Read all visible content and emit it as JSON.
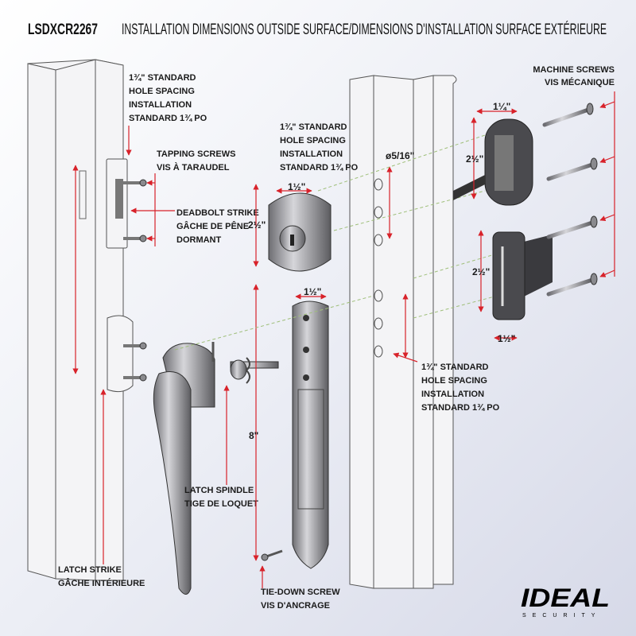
{
  "header": {
    "model": "LSDXCR2267",
    "title": "INSTALLATION DIMENSIONS OUTSIDE SURFACE/DIMENSIONS D'INSTALLATION SURFACE EXTÉRIEURE"
  },
  "labels": {
    "hole_spacing_left": [
      "1¾\" STANDARD",
      "HOLE SPACING",
      "INSTALLATION",
      "STANDARD 1¾ PO"
    ],
    "tapping_screws": [
      "TAPPING SCREWS",
      "VIS À TARAUDEL"
    ],
    "deadbolt_strike": [
      "DEADBOLT STRIKE",
      "GÂCHE DE PÊNE",
      "DORMANT"
    ],
    "hole_spacing_mid": [
      "1¾\" STANDARD",
      "HOLE SPACING",
      "INSTALLATION",
      "STANDARD 1¾ PO"
    ],
    "hole_diameter": "ø5/16\"",
    "machine_screws": [
      "MACHINE SCREWS",
      "VIS MÉCANIQUE"
    ],
    "hole_spacing_right": [
      "1¾\" STANDARD",
      "HOLE SPACING",
      "INSTALLATION",
      "STANDARD 1¾ PO"
    ],
    "latch_spindle": [
      "LATCH SPINDLE",
      "TIGE DE LOQUET"
    ],
    "latch_strike": [
      "LATCH STRIKE",
      "GÂCHE INTÉRIEURE"
    ],
    "tie_down_screw": [
      "TIE-DOWN SCREW",
      "VIS D'ANCRAGE"
    ]
  },
  "dimensions": {
    "interior_deadbolt_width": "1¼\"",
    "interior_deadbolt_height": "2½\"",
    "interior_latch_height": "2½\"",
    "interior_latch_width": "1½\"",
    "deadbolt_width": "1½\"",
    "deadbolt_height": "2½\"",
    "handle_plate_width": "1½\"",
    "handle_plate_height": "8\""
  },
  "logo": {
    "brand": "IDEAL",
    "sub": "SECURITY"
  },
  "colors": {
    "dimension_lines": "#d8222a",
    "background": "#e4e6f0",
    "guides": "#9fbf7a"
  }
}
